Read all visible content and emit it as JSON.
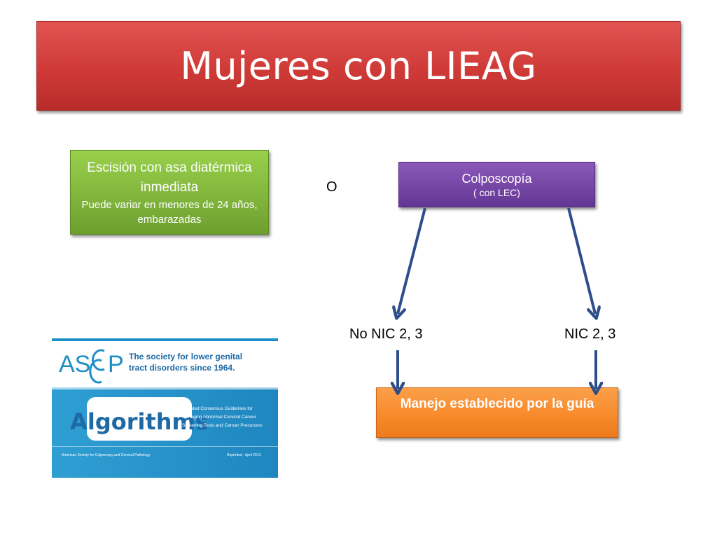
{
  "title": "Mujeres con LIEAG",
  "green_box": {
    "main": "Escisión con asa diatérmica inmediata",
    "sub": "Puede variar en menores de 24 años, embarazadas"
  },
  "or_label": "O",
  "purple_box": {
    "main": "Colposcopía",
    "sub": "( con LEC)"
  },
  "branch_left": "No NIC 2, 3",
  "branch_right": "NIC 2, 3",
  "orange_box": {
    "main": "Manejo establecido por la guía"
  },
  "logo": {
    "org_letters_left": "AS",
    "org_letters_right": "P",
    "tagline_1": "The society for lower genital",
    "tagline_2": "tract disorders since 1964.",
    "algorithms": "Algorithms",
    "desc_1": "Updated Consensus Guidelines for",
    "desc_2": "Managing Abnormal Cervical Cancer",
    "desc_3": "Screening Tests and Cancer Precursors",
    "footer_left": "American Society for Colposcopy and Cervical Pathology",
    "footer_right": "Reprinted - April 2013"
  },
  "colors": {
    "title_red": "#cf3a37",
    "green": "#7fb33b",
    "purple": "#7444a3",
    "orange": "#f7892a",
    "arrow_blue": "#2e4e8a",
    "logo_blue": "#1e8fc6"
  }
}
